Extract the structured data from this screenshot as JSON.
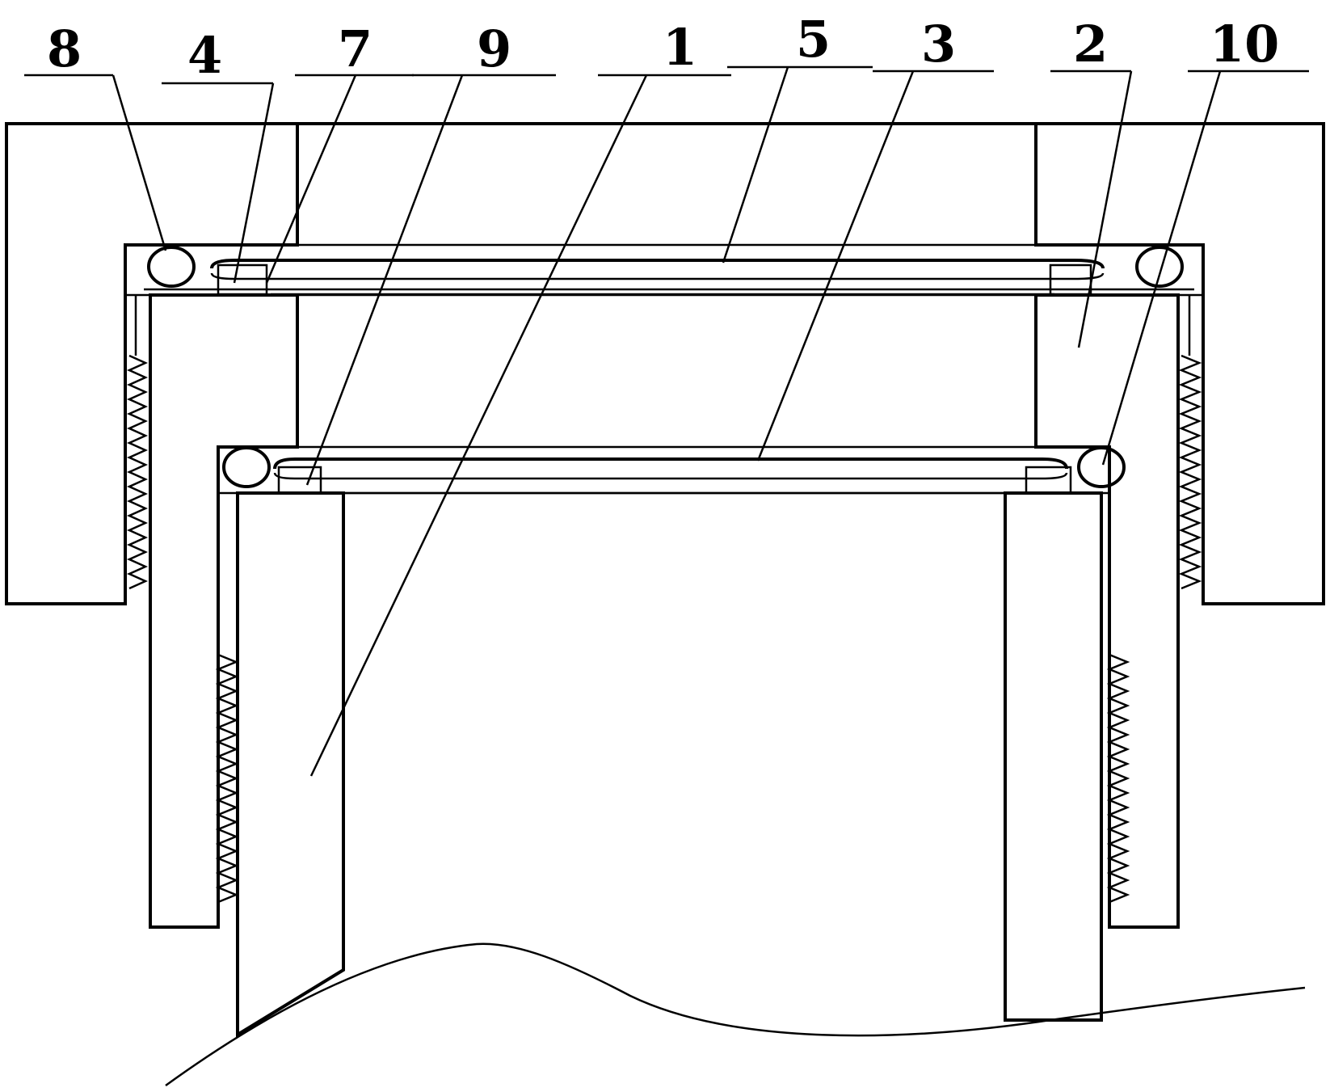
{
  "diagram": {
    "labels": [
      "8",
      "4",
      "7",
      "9",
      "1",
      "5",
      "3",
      "2",
      "10"
    ],
    "colors": {
      "line": "#000000",
      "background": "#ffffff"
    }
  }
}
